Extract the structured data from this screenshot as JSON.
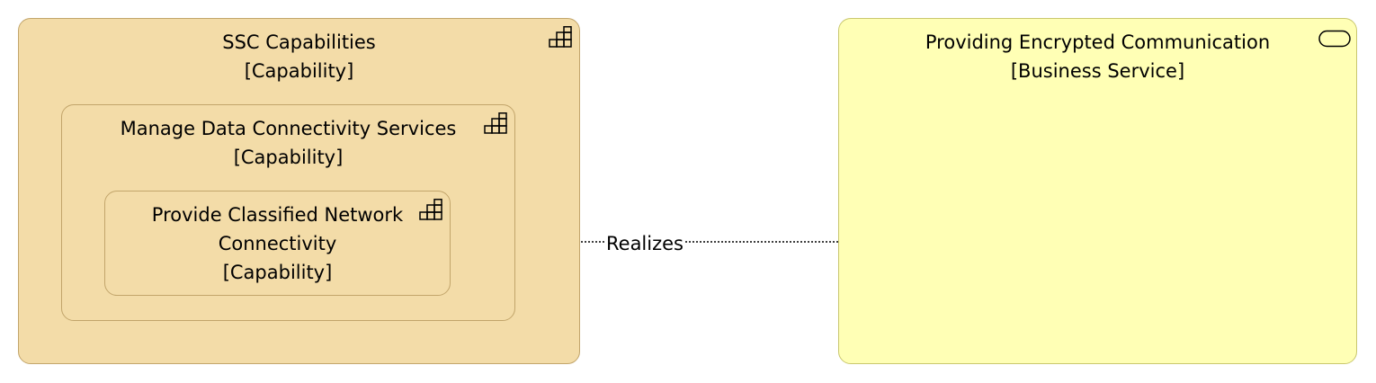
{
  "elements": {
    "ssc": {
      "name": "SSC Capabilities",
      "type": "[Capability]"
    },
    "mdcs": {
      "name": "Manage Data Connectivity Services",
      "type": "[Capability]"
    },
    "pcnc": {
      "name_line1": "Provide Classified Network",
      "name_line2": "Connectivity",
      "type": "[Capability]"
    },
    "pec": {
      "name": "Providing Encrypted Communication",
      "type": "[Business Service]"
    }
  },
  "relationship": {
    "label": "Realizes"
  },
  "icons": {
    "capability": "capability-stairs-icon",
    "service": "business-service-icon"
  },
  "colors": {
    "capability_fill": "#f3dca8",
    "capability_border": "#c2a56b",
    "service_fill": "#ffffb5",
    "service_border": "#c9c76e"
  }
}
